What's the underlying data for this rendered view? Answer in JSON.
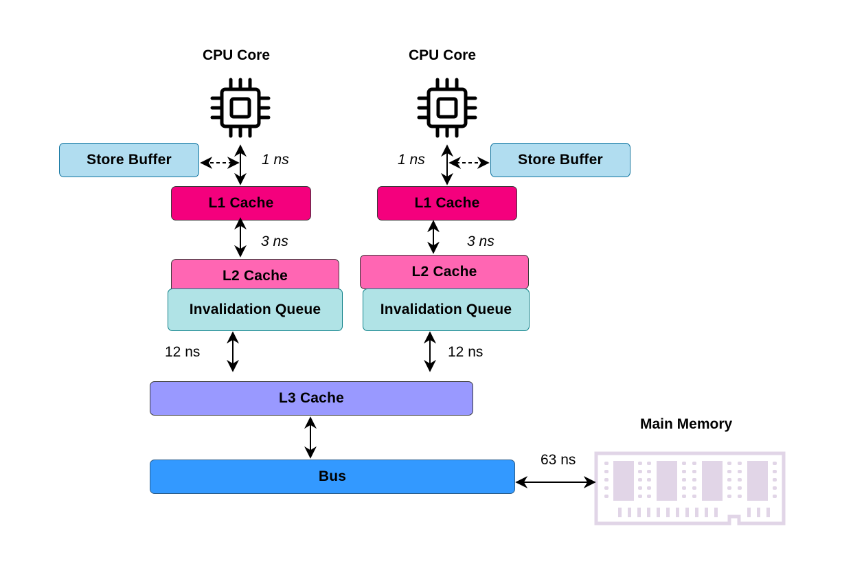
{
  "cpu_left": {
    "title": "CPU Core"
  },
  "cpu_right": {
    "title": "CPU Core"
  },
  "store_left": {
    "label": "Store Buffer"
  },
  "store_right": {
    "label": "Store Buffer"
  },
  "l1_left": {
    "label": "L1 Cache"
  },
  "l1_right": {
    "label": "L1 Cache"
  },
  "l2_left": {
    "label": "L2 Cache"
  },
  "l2_right": {
    "label": "L2 Cache"
  },
  "iq_left": {
    "label": "Invalidation Queue"
  },
  "iq_right": {
    "label": "Invalidation Queue"
  },
  "l3": {
    "label": "L3 Cache"
  },
  "bus": {
    "label": "Bus"
  },
  "memory": {
    "title": "Main Memory"
  },
  "latency": {
    "cpu_l1_left": "1 ns",
    "cpu_l1_right": "1 ns",
    "l1_l2_left": "3 ns",
    "l1_l2_right": "3 ns",
    "l2_l3_left": "12 ns",
    "l2_l3_right": "12 ns",
    "bus_memory": "63 ns"
  },
  "colors": {
    "store_buffer": "#b1ddf0",
    "l1_cache": "#f4007d",
    "l2_cache": "#ff66b3",
    "invalidation_queue": "#b0e3e6",
    "l3_cache": "#9999ff",
    "bus": "#3399ff",
    "memory_icon": "#e1d5e7"
  },
  "icons": [
    "cpu-chip-icon",
    "ram-module-icon"
  ]
}
